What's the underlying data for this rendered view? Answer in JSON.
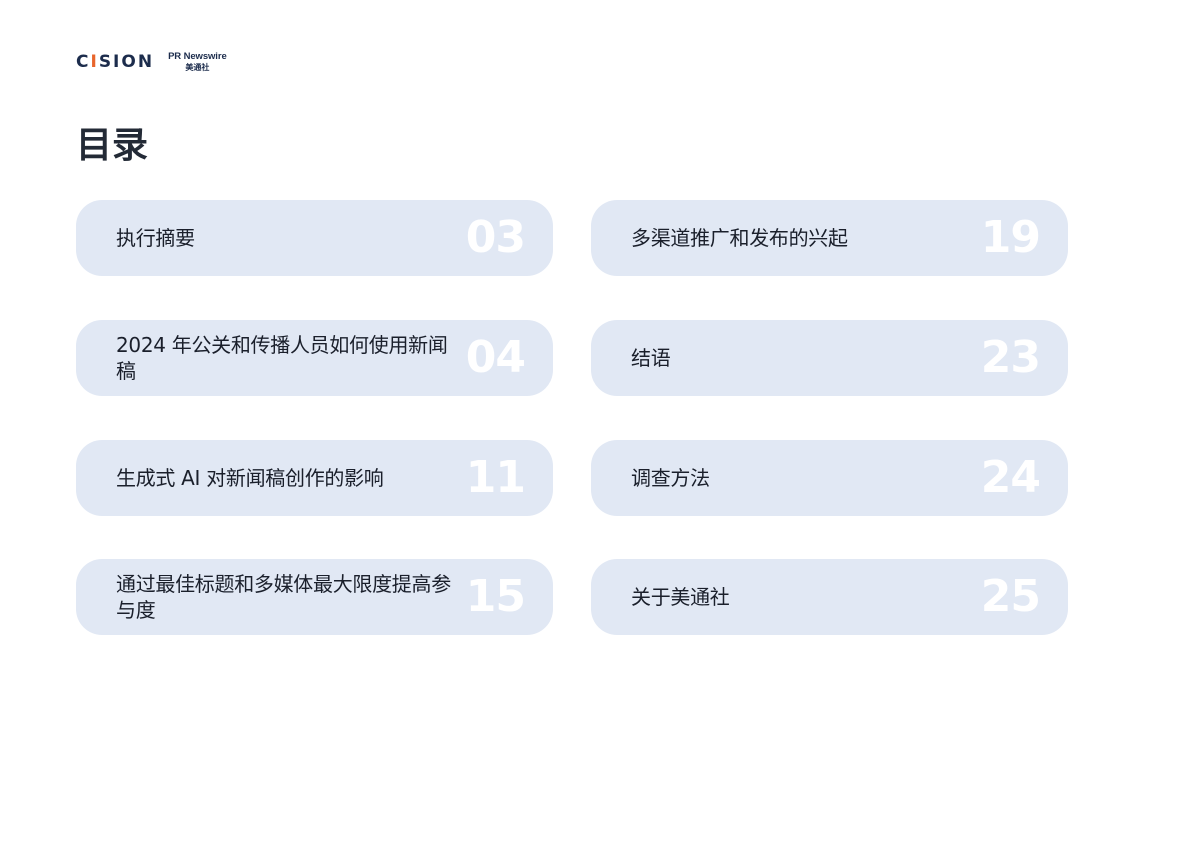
{
  "header": {
    "logo_cision": "CISION",
    "logo_prn_top": "PR Newswire",
    "logo_prn_bottom": "美通社"
  },
  "page_title": "目录",
  "toc": [
    {
      "label": "执行摘要",
      "page": "03"
    },
    {
      "label": "2024 年公关和传播人员如何使用新闻稿",
      "page": "04"
    },
    {
      "label": "生成式 AI 对新闻稿创作的影响",
      "page": "11"
    },
    {
      "label": "通过最佳标题和多媒体最大限度提高参与度",
      "page": "15"
    },
    {
      "label": "多渠道推广和发布的兴起",
      "page": "19"
    },
    {
      "label": "结语",
      "page": "23"
    },
    {
      "label": "调查方法",
      "page": "24"
    },
    {
      "label": "关于美通社",
      "page": "25"
    }
  ],
  "colors": {
    "card_background": "#e1e8f4",
    "page_number": "#ffffff",
    "brand_navy": "#1c2c4c",
    "brand_orange": "#e8652c"
  }
}
